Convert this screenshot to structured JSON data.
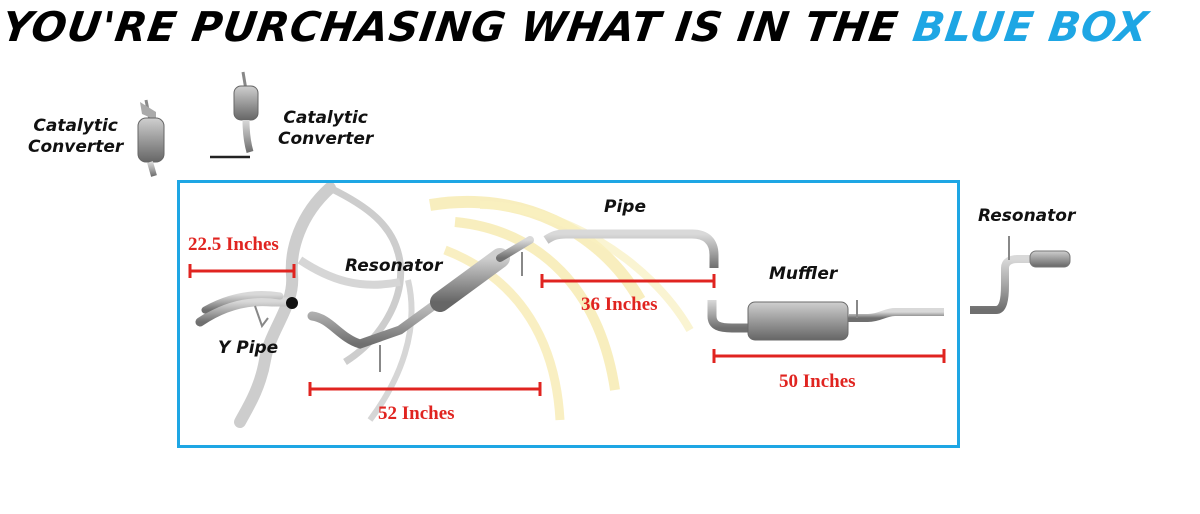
{
  "header": {
    "text": "YOU'RE PURCHASING WHAT IS IN THE",
    "highlight": "BLUE BOX",
    "highlight_color": "#1ea6e4"
  },
  "box": {
    "border_color": "#1ea6e4"
  },
  "parts": {
    "cat_left": "Catalytic\nConverter",
    "cat_right": "Catalytic\nConverter",
    "resonator_outside": "Resonator",
    "pipe": "Pipe",
    "resonator": "Resonator",
    "muffler": "Muffler",
    "y_pipe": "Y Pipe"
  },
  "measurements": {
    "y_pipe_length": "22.5 Inches",
    "resonator_length": "52 Inches",
    "pipe_length": "36 Inches",
    "muffler_length": "50 Inches",
    "line_color": "#e02420"
  },
  "watermark": {
    "icon": "horse-head-icon"
  }
}
